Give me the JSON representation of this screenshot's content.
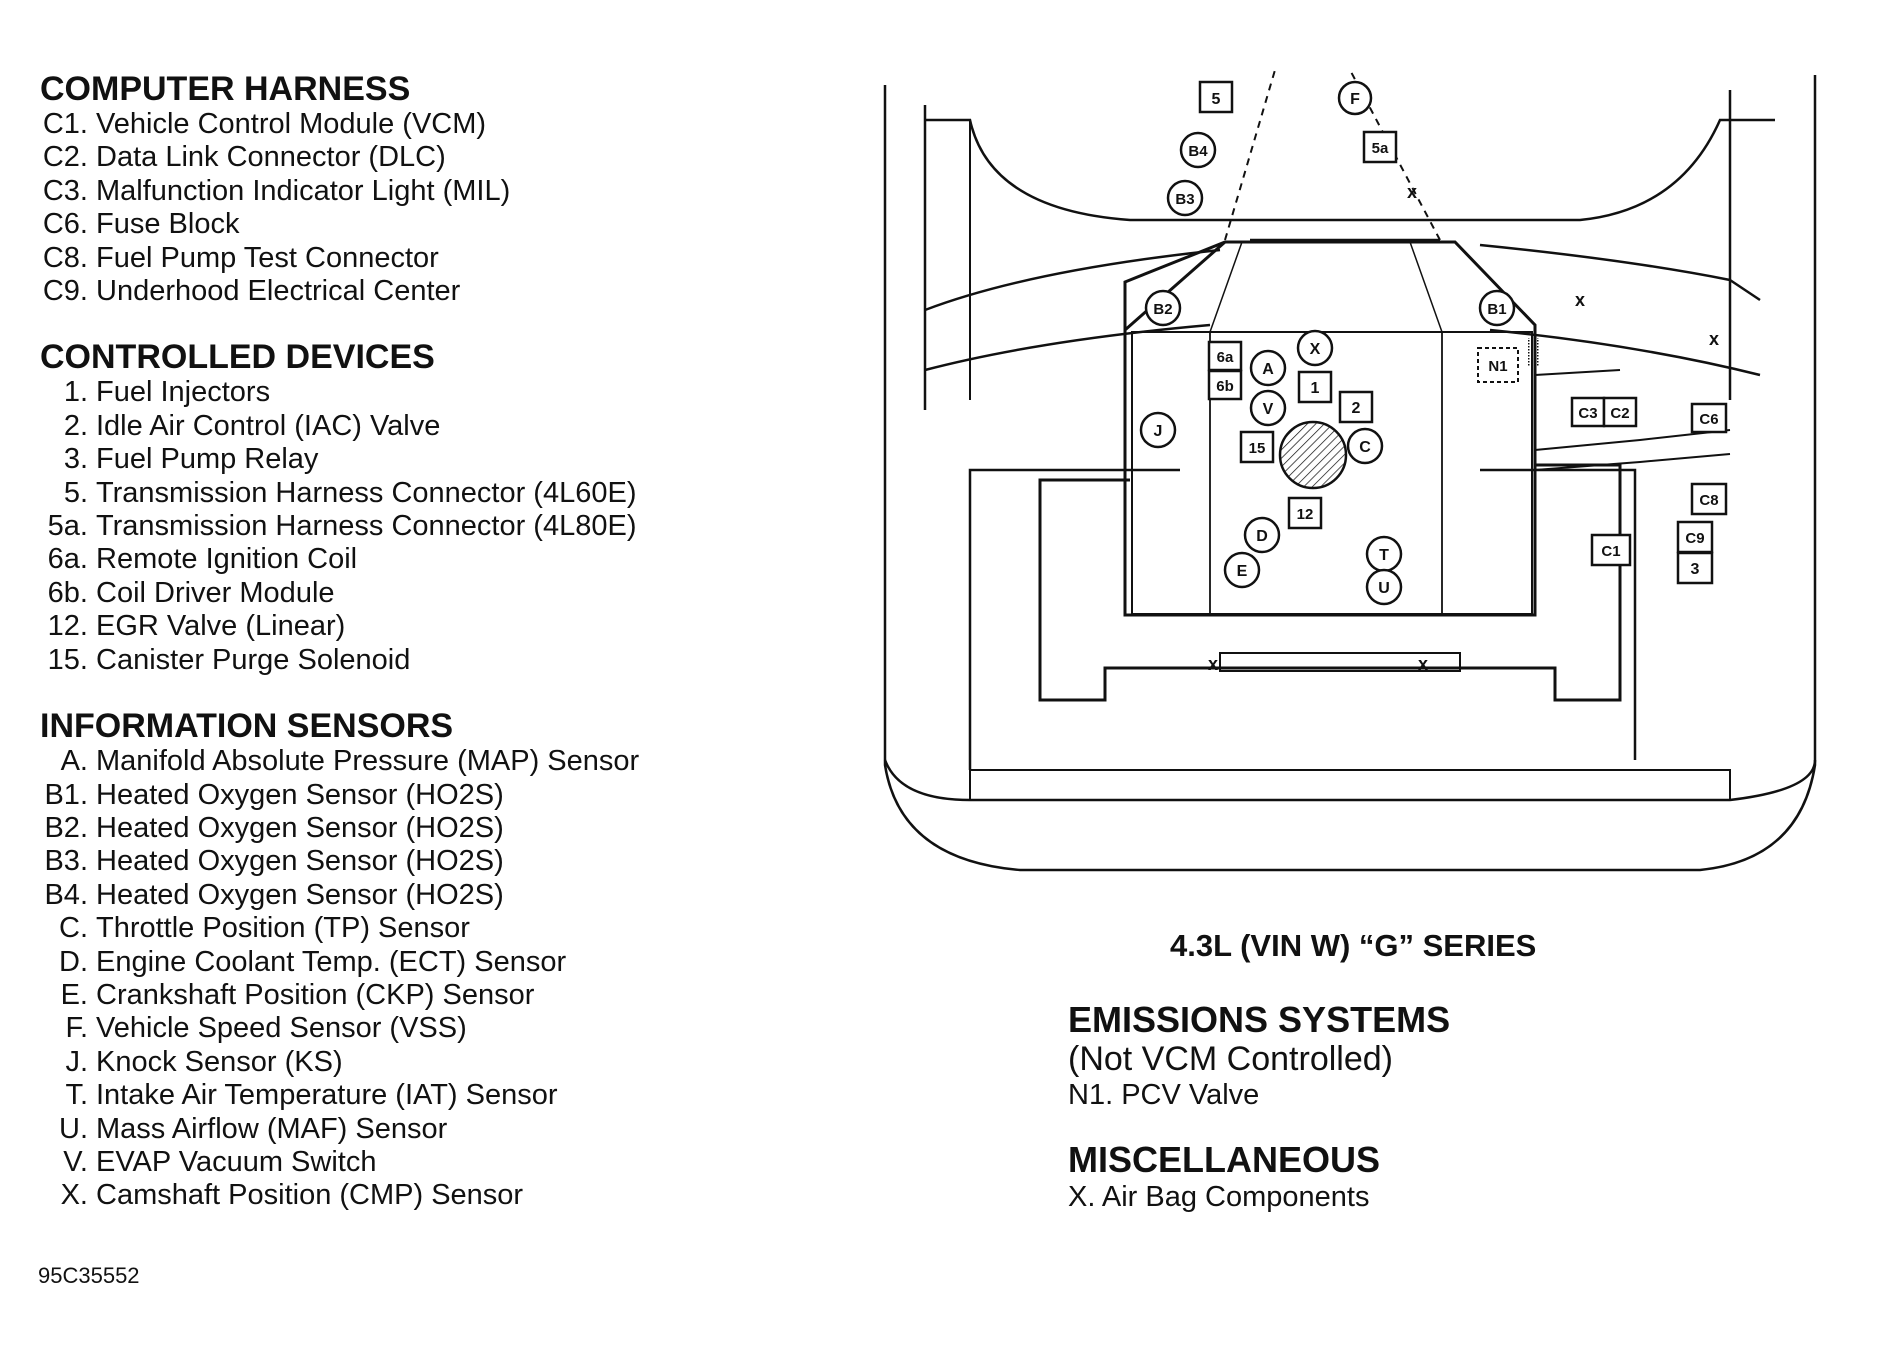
{
  "legend": {
    "computer_harness": {
      "title": "COMPUTER HARNESS",
      "items": [
        {
          "code": "C1.",
          "label": "Vehicle Control Module (VCM)"
        },
        {
          "code": "C2.",
          "label": "Data Link Connector (DLC)"
        },
        {
          "code": "C3.",
          "label": "Malfunction Indicator Light (MIL)"
        },
        {
          "code": "C6.",
          "label": "Fuse Block"
        },
        {
          "code": "C8.",
          "label": "Fuel Pump Test Connector"
        },
        {
          "code": "C9.",
          "label": "Underhood Electrical Center"
        }
      ]
    },
    "controlled_devices": {
      "title": "CONTROLLED DEVICES",
      "items": [
        {
          "code": "1.",
          "label": "Fuel Injectors"
        },
        {
          "code": "2.",
          "label": "Idle Air Control (IAC) Valve"
        },
        {
          "code": "3.",
          "label": "Fuel Pump Relay"
        },
        {
          "code": "5.",
          "label": "Transmission Harness Connector (4L60E)"
        },
        {
          "code": "5a.",
          "label": "Transmission Harness Connector (4L80E)"
        },
        {
          "code": "6a.",
          "label": "Remote Ignition Coil"
        },
        {
          "code": "6b.",
          "label": "Coil Driver Module"
        },
        {
          "code": "12.",
          "label": "EGR Valve (Linear)"
        },
        {
          "code": "15.",
          "label": "Canister Purge Solenoid"
        }
      ]
    },
    "information_sensors": {
      "title": "INFORMATION SENSORS",
      "items": [
        {
          "code": "A.",
          "label": "Manifold Absolute Pressure (MAP) Sensor"
        },
        {
          "code": "B1.",
          "label": "Heated Oxygen Sensor (HO2S)"
        },
        {
          "code": "B2.",
          "label": "Heated Oxygen Sensor (HO2S)"
        },
        {
          "code": "B3.",
          "label": "Heated Oxygen Sensor (HO2S)"
        },
        {
          "code": "B4.",
          "label": "Heated Oxygen Sensor (HO2S)"
        },
        {
          "code": "C.",
          "label": "Throttle Position (TP) Sensor"
        },
        {
          "code": "D.",
          "label": "Engine Coolant Temp. (ECT) Sensor"
        },
        {
          "code": "E.",
          "label": "Crankshaft Position (CKP) Sensor"
        },
        {
          "code": "F.",
          "label": "Vehicle Speed Sensor (VSS)"
        },
        {
          "code": "J.",
          "label": "Knock Sensor (KS)"
        },
        {
          "code": "T.",
          "label": "Intake Air Temperature (IAT) Sensor"
        },
        {
          "code": "U.",
          "label": "Mass Airflow (MAF) Sensor"
        },
        {
          "code": "V.",
          "label": "EVAP Vacuum Switch"
        },
        {
          "code": "X.",
          "label": "Camshaft Position (CMP) Sensor"
        }
      ]
    }
  },
  "doc_number": "95C35552",
  "diagram": {
    "caption": "4.3L (VIN W) “G” SERIES",
    "labels": {
      "sq_5": "5",
      "circ_F": "F",
      "circ_B4": "B4",
      "sq_5a": "5a",
      "circ_B3": "B3",
      "x_top": "x",
      "circ_B2": "B2",
      "circ_B1": "B1",
      "x_right1": "x",
      "x_right2": "x",
      "sq_6a": "6a",
      "circ_X": "X",
      "circ_A": "A",
      "sq_6b": "6b",
      "sq_N1": "N1",
      "sq_1": "1",
      "circ_V": "V",
      "sq_2": "2",
      "sq_C3": "C3",
      "sq_C2": "C2",
      "sq_C6": "C6",
      "circ_J": "J",
      "sq_15": "15",
      "circ_C": "C",
      "sq_C8": "C8",
      "sq_12": "12",
      "circ_D": "D",
      "sq_C1": "C1",
      "sq_C9": "C9",
      "circ_T": "T",
      "sq_3": "3",
      "circ_E": "E",
      "circ_U": "U",
      "x_bot1": "x",
      "x_bot2": "x"
    }
  },
  "emissions": {
    "title": "EMISSIONS SYSTEMS",
    "subtitle": "(Not VCM Controlled)",
    "items": [
      {
        "code": "N1.",
        "label": "PCV Valve"
      }
    ]
  },
  "misc": {
    "title": "MISCELLANEOUS",
    "items": [
      {
        "code": "X.",
        "label": "Air Bag Components"
      }
    ]
  }
}
